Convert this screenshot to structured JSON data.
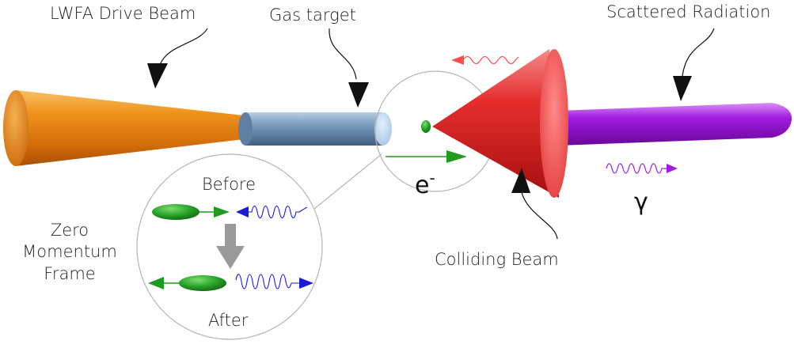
{
  "labels": {
    "drive_beam": "LWFA Drive Beam",
    "gas_target": "Gas target",
    "scattered": "Scattered Radiation",
    "colliding": "Colliding Beam",
    "electron": "e",
    "electron_sup": "-",
    "gamma": "γ",
    "before": "Before",
    "after": "After",
    "zmf_line1": "Zero",
    "zmf_line2": "Momentum",
    "zmf_line3": "Frame"
  },
  "colors": {
    "drive_beam": "#e8850f",
    "gas_target": "#6f93b6",
    "colliding_beam": "#e02a2a",
    "scattered_beam": "#9a12d8",
    "electron": "#1f9b1f",
    "photon_in": "#1a1adb",
    "photon_back": "#ff3333",
    "annotation": "#111111",
    "zmf_arrow": "#999999",
    "circle": "#b5b5b5"
  }
}
